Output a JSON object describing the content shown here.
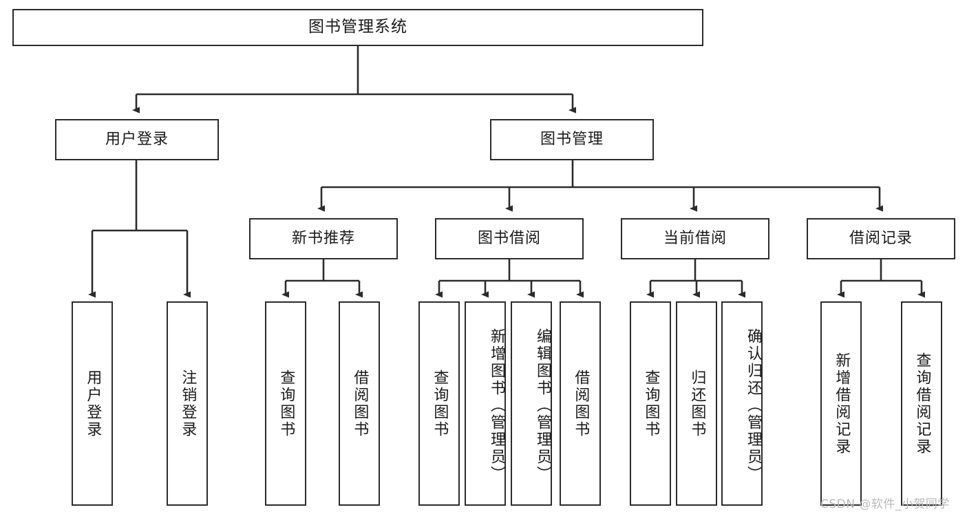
{
  "diagram": {
    "title": "图书管理系统",
    "watermark": "CSDN @软件_小贺同学",
    "stroke_color": "#2b2b2b",
    "background_color": "#ffffff",
    "text_color": "#1a1a1a",
    "watermark_color": "#b9b9b9"
  },
  "levels": {
    "root": {
      "label": "图书管理系统"
    },
    "level2": [
      {
        "label": "用户登录"
      },
      {
        "label": "图书管理"
      }
    ],
    "level3": [
      {
        "label": "新书推荐"
      },
      {
        "label": "图书借阅"
      },
      {
        "label": "当前借阅"
      },
      {
        "label": "借阅记录"
      }
    ],
    "leaves": {
      "user_login": [
        {
          "label": "用户登录"
        },
        {
          "label": "注销登录"
        }
      ],
      "new_book_recommend": [
        {
          "label": "查询图书"
        },
        {
          "label": "借阅图书"
        }
      ],
      "book_borrow": [
        {
          "label": "查询图书"
        },
        {
          "label": "新增图书（管理员）"
        },
        {
          "label": "编辑图书（管理员）"
        },
        {
          "label": "借阅图书"
        }
      ],
      "current_borrow": [
        {
          "label": "查询图书"
        },
        {
          "label": "归还图书"
        },
        {
          "label": "确认归还（管理员）"
        }
      ],
      "borrow_record": [
        {
          "label": "新增借阅记录"
        },
        {
          "label": "查询借阅记录"
        }
      ]
    }
  }
}
